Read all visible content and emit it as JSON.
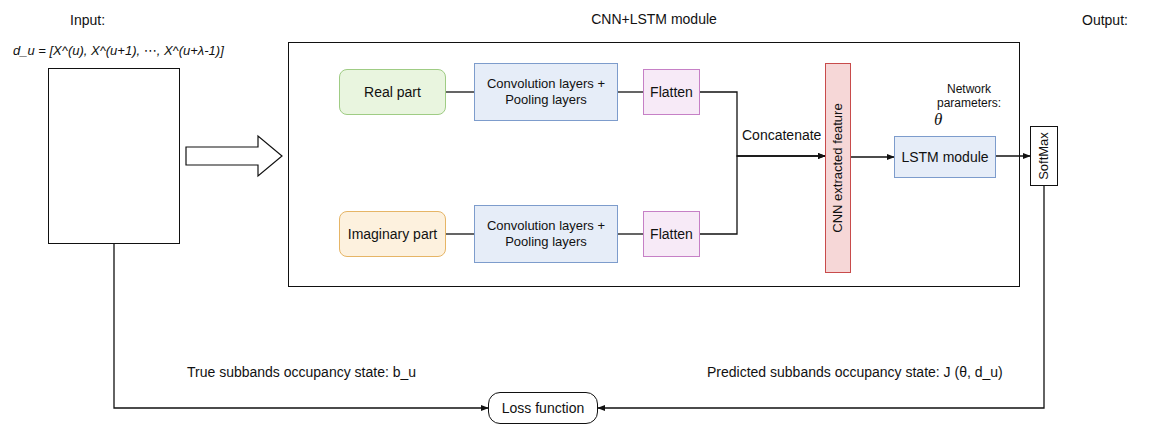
{
  "diagram": {
    "nodes": [
      {
        "text": [
          "d_u = [X^(u), X^(u+1), ⋯, X^(u+λ-1)]"
        ]
      },
      {
        "text": [
          "CNN+LSTM module"
        ]
      },
      {
        "text": [
          "Real part"
        ],
        "in": 1
      },
      {
        "text": [
          "Convolution layers + Pooling layers"
        ],
        "in": 1
      },
      {
        "text": [
          "Flatten"
        ],
        "in": 1
      },
      {
        "text": [
          "Imaginary part"
        ],
        "in": 1
      },
      {
        "text": [
          "Convolution layers + Pooling layers"
        ],
        "in": 1
      },
      {
        "text": [
          "Flatten"
        ],
        "in": 1
      },
      {
        "text": [
          "CNN extracted feature"
        ],
        "in": 1
      },
      {
        "text": [
          "LSTM module"
        ],
        "in": 1
      },
      {
        "text": [
          "SoftMax"
        ]
      },
      {
        "text": [
          "Loss function"
        ]
      }
    ],
    "edges": [
      {
        "from": 0,
        "to": 1,
        "arrow": "to"
      },
      {
        "from": 2,
        "to": 3,
        "arrow": "none"
      },
      {
        "from": 3,
        "to": 4,
        "arrow": "none"
      },
      {
        "from": 5,
        "to": 6,
        "arrow": "none"
      },
      {
        "from": 6,
        "to": 7,
        "arrow": "none"
      },
      {
        "from": 4,
        "to": 8,
        "arrow": "to"
      },
      {
        "from": 7,
        "to": 8,
        "arrow": "to"
      },
      {
        "from": 8,
        "to": 9,
        "arrow": "to"
      },
      {
        "from": 9,
        "to": 10,
        "arrow": "to"
      },
      {
        "from": 10,
        "to": 11,
        "label": "Predicted subbands occupancy state: J (θ, d_u)",
        "arrow": "to"
      },
      {
        "from": 0,
        "to": 11,
        "label": "True subbands occupancy state: b_u",
        "arrow": "to"
      }
    ],
    "labels": [
      "Input:",
      "Output:",
      "Concatenate",
      "Network parameters:",
      "θ"
    ]
  }
}
